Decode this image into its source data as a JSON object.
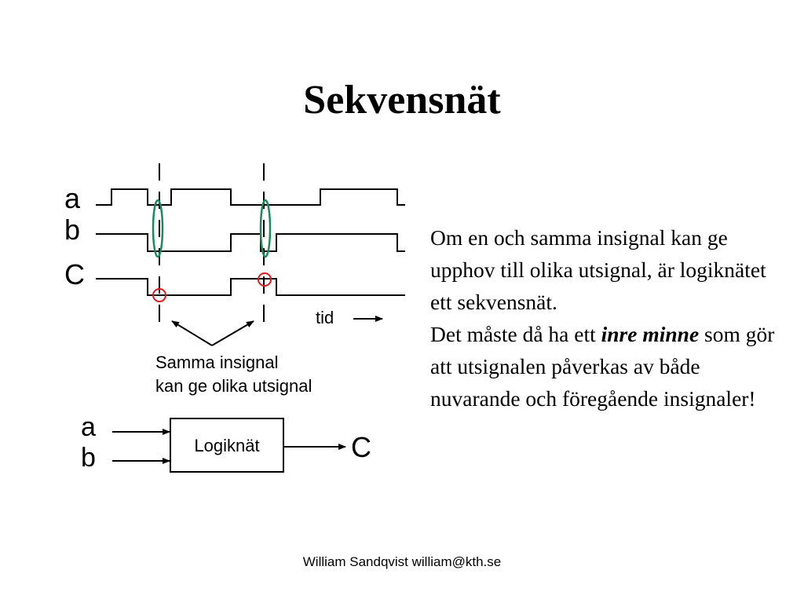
{
  "slide": {
    "title": "Sekvensnät"
  },
  "timing_diagram": {
    "signals": [
      {
        "label": "a",
        "levels": [
          0,
          1,
          0,
          1,
          0,
          0,
          1,
          0
        ]
      },
      {
        "label": "b",
        "levels": [
          1,
          0,
          0,
          1,
          0,
          1,
          1,
          0
        ]
      },
      {
        "label": "C",
        "levels": [
          1,
          0,
          0,
          1,
          0,
          0,
          0,
          0
        ]
      }
    ],
    "time_label": "tid",
    "annotation_line1": "Samma insignal",
    "annotation_line2": "kan ge olika utsignal",
    "colors": {
      "marker_ellipse": "#1a8a5e",
      "marker_circle": "#e0181e",
      "signal": "#000000"
    }
  },
  "block_diagram": {
    "input_a": "a",
    "input_b": "b",
    "box_label": "Logiknät",
    "output": "C"
  },
  "explanation": {
    "line1": "Om en och samma insignal kan ge upphov till olika utsignal, är logiknätet ett sekvensnät.",
    "line2_prefix": "Det måste då ha ett ",
    "line2_emphasis": "inre minne",
    "line2_suffix": " som gör att utsignalen påverkas av både nuvarande och föregående insignaler!"
  },
  "footer": {
    "author": "William Sandqvist  william@kth.se"
  }
}
